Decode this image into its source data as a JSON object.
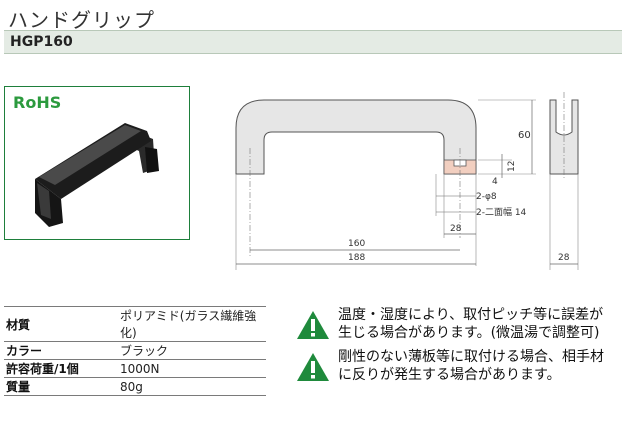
{
  "header": {
    "title": "ハンドグリップ",
    "model_code": "HGP160"
  },
  "photo": {
    "badge": "RoHS",
    "badge_color": "#2c9a3e",
    "border_color": "#1e7f3b"
  },
  "drawing": {
    "dim_60": "60",
    "dim_12": "12",
    "dim_4": "4",
    "hole": "2-φ8",
    "flat": "2-二面幅 14",
    "dim_28_a": "28",
    "dim_160": "160",
    "dim_188": "188",
    "dim_28_b": "28"
  },
  "specs": [
    {
      "label": "材質",
      "value": "ポリアミド(ガラス繊維強化)"
    },
    {
      "label": "カラー",
      "value": "ブラック"
    },
    {
      "label": "許容荷重/1個",
      "value": "1000N"
    },
    {
      "label": "質量",
      "value": "80g"
    }
  ],
  "warnings": [
    {
      "line1": "温度・湿度により、取付ピッチ等に誤差が",
      "line2": "生じる場合があります。(微温湯で調整可)"
    },
    {
      "line1": "剛性のない薄板等に取付ける場合、相手材",
      "line2": "に反りが発生する場合があります。"
    }
  ],
  "colors": {
    "warning_icon": "#1f8a3c",
    "section_bar": "#e4ebe4"
  }
}
